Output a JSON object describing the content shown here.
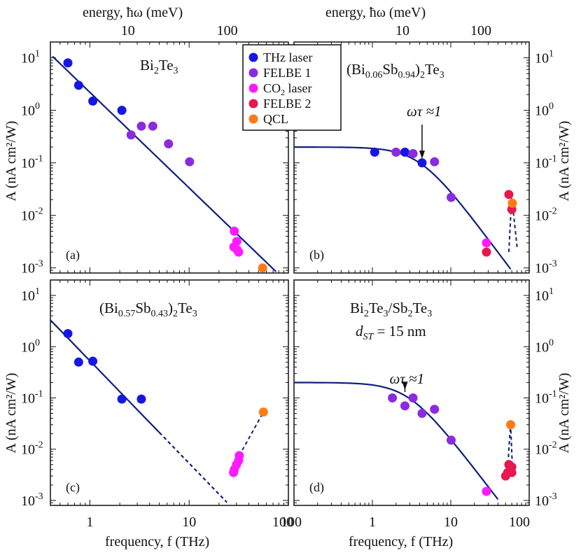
{
  "figure": {
    "top_axis_label": "energy, ħω (meV)",
    "bottom_axis_label": "frequency, f (THz)",
    "y_axis_label": "A (nA cm²/W)"
  },
  "legend": {
    "placement": "top-center",
    "entries": [
      {
        "label": "THz laser",
        "color": "#1515e8"
      },
      {
        "label": "FELBE 1",
        "color": "#8a2be2"
      },
      {
        "label": "CO2 laser",
        "color": "#ff1aff"
      },
      {
        "label": "FELBE 2",
        "color": "#e8174f"
      },
      {
        "label": "QCL",
        "color": "#ff7a14"
      }
    ]
  },
  "tick_labels": {
    "x": [
      {
        "v": 1,
        "label": "1"
      },
      {
        "v": 10,
        "label": "10"
      },
      {
        "v": 100,
        "label": "100"
      }
    ],
    "x_left_end": "100",
    "x_right_end": "100",
    "energy": [
      {
        "v": 10,
        "label": "10"
      },
      {
        "v": 100,
        "label": "100"
      }
    ],
    "y": [
      {
        "v": 10,
        "mant": "10",
        "exp": "1"
      },
      {
        "v": 1,
        "mant": "10",
        "exp": "0"
      },
      {
        "v": 0.1,
        "mant": "10",
        "exp": "-1"
      },
      {
        "v": 0.01,
        "mant": "10",
        "exp": "-2"
      },
      {
        "v": 0.001,
        "mant": "10",
        "exp": "-3"
      }
    ]
  },
  "annotations": {
    "omega_tau": "ωτ ≈1"
  },
  "chart_data": [
    {
      "panel": "(a)",
      "type": "scatter",
      "title": "Bi2Te3",
      "xlabel": "frequency, f (THz)",
      "ylabel": "A (nA cm²/W)",
      "xscale": "log",
      "yscale": "log",
      "xlim": [
        0.4,
        100
      ],
      "ylim": [
        0.0008,
        20
      ],
      "series": [
        {
          "name": "THz laser",
          "x": [
            0.6,
            0.77,
            1.07,
            2.1
          ],
          "y": [
            8,
            3,
            1.5,
            1.0
          ]
        },
        {
          "name": "FELBE 1",
          "x": [
            2.6,
            3.3,
            4.3,
            6.2,
            10.1
          ],
          "y": [
            0.34,
            0.5,
            0.5,
            0.23,
            0.105
          ]
        },
        {
          "name": "CO2 laser",
          "x": [
            28.5,
            28.2,
            30.5,
            31.5,
            30.2
          ],
          "y": [
            0.005,
            0.0025,
            0.0022,
            0.002,
            0.0032
          ]
        },
        {
          "name": "QCL",
          "x": [
            55
          ],
          "y": [
            0.001
          ]
        }
      ],
      "fit": {
        "form": "power",
        "A": 2.2,
        "n": -1.82,
        "x_solid": [
          0.42,
          75
        ]
      }
    },
    {
      "panel": "(b)",
      "type": "scatter",
      "title": "(Bi0.06Sb0.94)2Te3",
      "xlabel": "frequency, f (THz)",
      "ylabel": "A (nA cm²/W)",
      "xscale": "log",
      "yscale": "log",
      "xlim": [
        0.1,
        100
      ],
      "ylim": [
        0.0008,
        20
      ],
      "series": [
        {
          "name": "THz laser",
          "x": [
            1.07,
            2.6,
            4.3
          ],
          "y": [
            0.16,
            0.16,
            0.1
          ]
        },
        {
          "name": "FELBE 1",
          "x": [
            2.0,
            3.3,
            6.2,
            10.1
          ],
          "y": [
            0.16,
            0.15,
            0.105,
            0.022
          ]
        },
        {
          "name": "CO2 laser",
          "x": [
            28.5
          ],
          "y": [
            0.003
          ]
        },
        {
          "name": "FELBE 2",
          "x": [
            28.5,
            55,
            60
          ],
          "y": [
            0.002,
            0.025,
            0.013
          ]
        },
        {
          "name": "QCL",
          "x": [
            61
          ],
          "y": [
            0.017
          ]
        }
      ],
      "fit": {
        "form": "drude",
        "A0": 0.2,
        "f0": 4.0,
        "x_solid": [
          0.1,
          58
        ]
      },
      "dashed": {
        "x": [
          55,
          60,
          61,
          70
        ],
        "y": [
          0.002,
          0.025,
          0.017,
          0.0025
        ]
      },
      "arrow_at": 4.3
    },
    {
      "panel": "(c)",
      "type": "scatter",
      "title": "(Bi0.57Sb0.43)2Te3",
      "xlabel": "frequency, f (THz)",
      "ylabel": "A (nA cm²/W)",
      "xscale": "log",
      "yscale": "log",
      "xlim": [
        0.4,
        100
      ],
      "ylim": [
        0.0008,
        20
      ],
      "series": [
        {
          "name": "THz laser",
          "x": [
            0.6,
            0.77,
            1.07,
            2.1,
            3.3
          ],
          "y": [
            1.8,
            0.5,
            0.52,
            0.095,
            0.095
          ]
        },
        {
          "name": "CO2 laser",
          "x": [
            28,
            28.5,
            30,
            31.5,
            32
          ],
          "y": [
            0.0035,
            0.004,
            0.005,
            0.006,
            0.0075
          ]
        },
        {
          "name": "QCL",
          "x": [
            56
          ],
          "y": [
            0.053
          ]
        }
      ],
      "fit": {
        "form": "power",
        "A": 0.53,
        "n": -2,
        "x_solid": [
          0.4,
          5
        ],
        "x_dashed": [
          5,
          24
        ]
      },
      "dashed": {
        "x": [
          32,
          56
        ],
        "y": [
          0.0075,
          0.053
        ]
      }
    },
    {
      "panel": "(d)",
      "type": "scatter",
      "title": "Bi2Te3/Sb2Te3",
      "subtitle": "d_ST = 15 nm",
      "xlabel": "frequency, f (THz)",
      "ylabel": "A (nA cm²/W)",
      "xscale": "log",
      "yscale": "log",
      "xlim": [
        0.1,
        100
      ],
      "ylim": [
        0.0008,
        20
      ],
      "series": [
        {
          "name": "FELBE 1",
          "x": [
            1.8,
            2.6,
            3.3,
            4.3,
            6.2,
            10.1
          ],
          "y": [
            0.1,
            0.07,
            0.1,
            0.05,
            0.06,
            0.015
          ]
        },
        {
          "name": "CO2 laser",
          "x": [
            28.5
          ],
          "y": [
            0.0015
          ]
        },
        {
          "name": "FELBE 2",
          "x": [
            50,
            53,
            55,
            57,
            60,
            60
          ],
          "y": [
            0.003,
            0.0035,
            0.005,
            0.004,
            0.0035,
            0.0045
          ]
        },
        {
          "name": "QCL",
          "x": [
            58
          ],
          "y": [
            0.03
          ]
        }
      ],
      "fit": {
        "form": "drude",
        "A0": 0.2,
        "f0": 2.9,
        "x_solid": [
          0.1,
          40
        ]
      },
      "dashed": {
        "x": [
          53,
          55,
          58,
          60,
          62
        ],
        "y": [
          0.003,
          0.01,
          0.03,
          0.008,
          0.003
        ]
      },
      "arrow_at": 2.6
    }
  ]
}
